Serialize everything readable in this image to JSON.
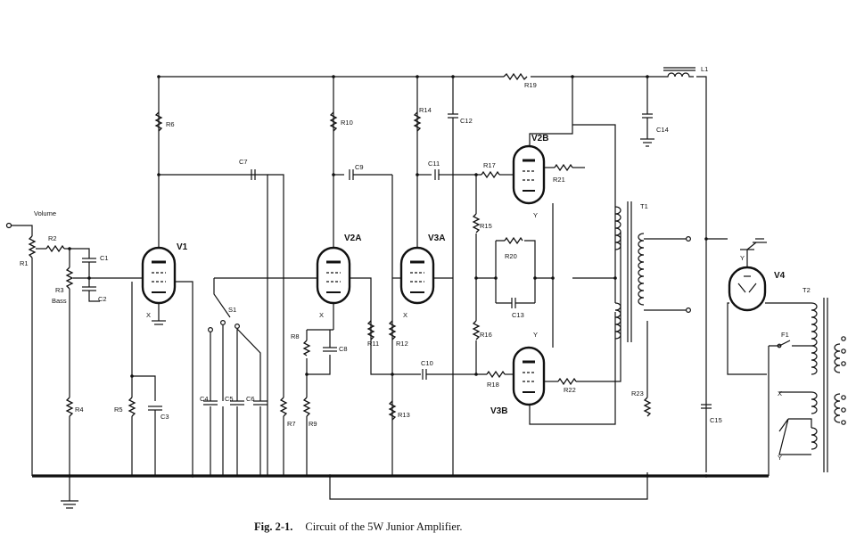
{
  "caption": {
    "fig": "Fig. 2-1.",
    "text": "Circuit of the 5W Junior Amplifier."
  },
  "labels": {
    "volume": "Volume",
    "bass": "Bass",
    "R1": "R1",
    "R2": "R2",
    "R3": "R3",
    "R4": "R4",
    "R5": "R5",
    "R6": "R6",
    "R7": "R7",
    "R8": "R8",
    "R9": "R9",
    "R10": "R10",
    "R11": "R11",
    "R12": "R12",
    "R13": "R13",
    "R14": "R14",
    "R15": "R15",
    "R16": "R16",
    "R17": "R17",
    "R18": "R18",
    "R19": "R19",
    "R20": "R20",
    "R21": "R21",
    "R22": "R22",
    "R23": "R23",
    "C1": "C1",
    "C2": "C2",
    "C3": "C3",
    "C4": "C4",
    "C5": "C5",
    "C6": "C6",
    "C7": "C7",
    "C8": "C8",
    "C9": "C9",
    "C10": "C10",
    "C11": "C11",
    "C12": "C12",
    "C13": "C13",
    "C14": "C14",
    "C15": "C15",
    "S1": "S1",
    "L1": "L1",
    "T1": "T1",
    "T2": "T2",
    "F1": "F1",
    "V1": "V1",
    "V2A": "V2A",
    "V3A": "V3A",
    "V2B": "V2B",
    "V3B": "V3B",
    "V4": "V4",
    "x": "X",
    "y": "Y"
  }
}
